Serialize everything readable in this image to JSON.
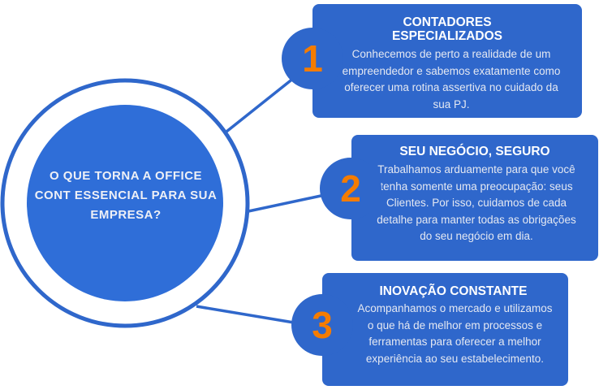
{
  "center": {
    "question": "O QUE TORNA A OFFICE CONT ESSENCIAL PARA SUA EMPRESA?"
  },
  "colors": {
    "primary": "#2f67cb",
    "accent": "#f57c00"
  },
  "items": [
    {
      "number": "1",
      "title": "CONTADORES ESPECIALIZADOS",
      "text": "Conhecemos de perto a realidade de um empreendedor e sabemos exatamente como oferecer uma rotina assertiva no cuidado da sua PJ."
    },
    {
      "number": "2",
      "title": "SEU NEGÓCIO, SEGURO",
      "text": "Trabalhamos arduamente para que você tenha somente uma preocupação: seus Clientes. Por isso, cuidamos de cada detalhe para manter todas as obrigações do seu negócio em dia."
    },
    {
      "number": "3",
      "title": "INOVAÇÃO CONSTANTE",
      "text": "Acompanhamos o mercado e utilizamos o que há de melhor em processos e ferramentas para oferecer a melhor experiência ao seu estabelecimento."
    }
  ]
}
